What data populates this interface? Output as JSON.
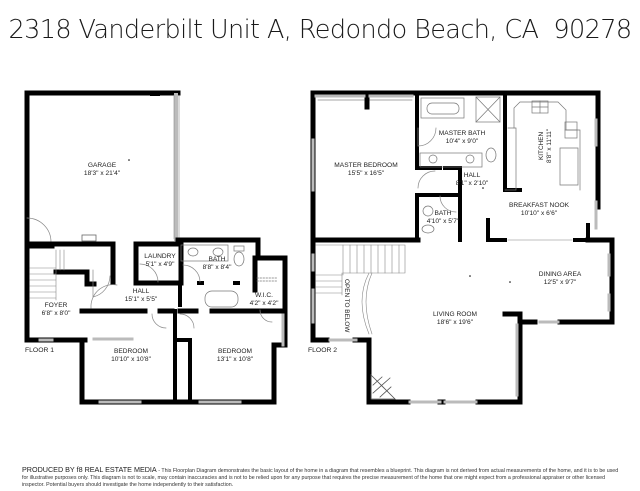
{
  "header": {
    "address": "2318 Vanderbilt Unit A, Redondo Beach, CA  90278"
  },
  "floors": [
    {
      "label": "FLOOR 1",
      "rooms": [
        {
          "name": "GARAGE",
          "size": "18'3\" x 21'4\""
        },
        {
          "name": "LAUNDRY",
          "size": "5'1\" x 4'9\""
        },
        {
          "name": "BATH",
          "size": "8'8\" x 8'4\""
        },
        {
          "name": "HALL",
          "size": "15'1\" x 5'5\""
        },
        {
          "name": "W.I.C.",
          "size": "4'2\" x 4'2\""
        },
        {
          "name": "FOYER",
          "size": "6'8\" x 8'0\""
        },
        {
          "name": "BEDROOM",
          "size": "10'10\" x 10'8\""
        },
        {
          "name": "BEDROOM",
          "size": "13'1\" x 10'8\""
        }
      ]
    },
    {
      "label": "FLOOR 2",
      "rooms": [
        {
          "name": "MASTER BEDROOM",
          "size": "15'5\" x 16'5\""
        },
        {
          "name": "MASTER BATH",
          "size": "10'4\" x 9'0\""
        },
        {
          "name": "HALL",
          "size": "8'1\" x 2'10\""
        },
        {
          "name": "BATH",
          "size": "4'10\" x 5'7\""
        },
        {
          "name": "KITCHEN",
          "size": "8'8\" x 11'11\""
        },
        {
          "name": "BREAKFAST NOOK",
          "size": "10'10\" x 6'6\""
        },
        {
          "name": "DINING AREA",
          "size": "12'5\" x 9'7\""
        },
        {
          "name": "LIVING ROOM",
          "size": "18'6\" x 19'6\""
        }
      ],
      "annotations": [
        "OPEN TO BELOW"
      ]
    }
  ],
  "footer": {
    "producer": "PRODUCED BY f8 REAL ESTATE MEDIA",
    "disclaimer": " - This Floorplan Diagram demonstrates the basic layout of the home in a diagram that resembles a blueprint. This diagram is not derived from actual measurements of the home, and it is to be used for illustrative purposes only. This diagram is not to scale, may contain inaccuracies and is not to be relied upon for any purpose that requires the precise measurement of the home that one might expect from a professional appraiser or other licensed inspector. Potential buyers should investigate the home independently to their satisfaction."
  },
  "colors": {
    "wall": "#000000",
    "window": "#bdbdbd",
    "fixture": "#777777",
    "text": "#222222"
  }
}
